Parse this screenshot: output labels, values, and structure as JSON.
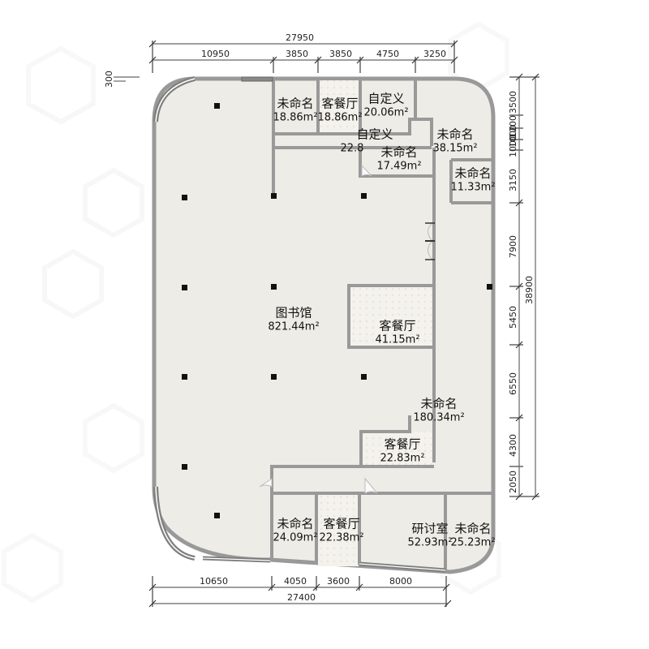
{
  "plan": {
    "colors": {
      "floor": "#eeece6",
      "floor_patterned": "#f4f2ec",
      "wall": "#999999",
      "wall_dark": "#7f7f7f",
      "column": "#111111",
      "dim_line": "#666666"
    },
    "unit": "m²",
    "rooms": [
      {
        "id": "library",
        "name": "图书馆",
        "area": "821.44m²"
      },
      {
        "id": "top-unnamed-1",
        "name": "未命名",
        "area": "18.86m²"
      },
      {
        "id": "top-dining-1",
        "name": "客餐厅",
        "area": "18.86m²"
      },
      {
        "id": "top-custom-1",
        "name": "自定义",
        "area": "20.06m²"
      },
      {
        "id": "top-custom-2",
        "name": "自定义",
        "area": "22.8"
      },
      {
        "id": "top-unnamed-2",
        "name": "未命名",
        "area": "17.49m²"
      },
      {
        "id": "top-unnamed-3",
        "name": "未命名",
        "area": "38.15m²"
      },
      {
        "id": "top-unnamed-4",
        "name": "未命名",
        "area": "11.33m²"
      },
      {
        "id": "mid-dining",
        "name": "客餐厅",
        "area": "41.15m²"
      },
      {
        "id": "corridor-unnamed",
        "name": "未命名",
        "area": "180.34m²"
      },
      {
        "id": "lower-dining",
        "name": "客餐厅",
        "area": "22.83m²"
      },
      {
        "id": "bottom-unnamed-1",
        "name": "未命名",
        "area": "24.09m²"
      },
      {
        "id": "bottom-dining",
        "name": "客餐厅",
        "area": "22.38m²"
      },
      {
        "id": "seminar",
        "name": "研讨室",
        "area": "52.93m²"
      },
      {
        "id": "bottom-unnamed-2",
        "name": "未命名",
        "area": "25.23m²"
      }
    ],
    "dimensions": {
      "top_total": "27950",
      "top_segments": [
        "10950",
        "3850",
        "3850",
        "4750",
        "3250"
      ],
      "bottom_total": "27400",
      "bottom_segments": [
        "10650",
        "4050",
        "3600",
        "8000"
      ],
      "right_total": "38900",
      "right_segments": [
        "3500",
        "1200",
        "1000",
        "1000",
        "3150",
        "7900",
        "5450",
        "6550",
        "4300",
        "2050"
      ],
      "left_offset": "300"
    }
  }
}
